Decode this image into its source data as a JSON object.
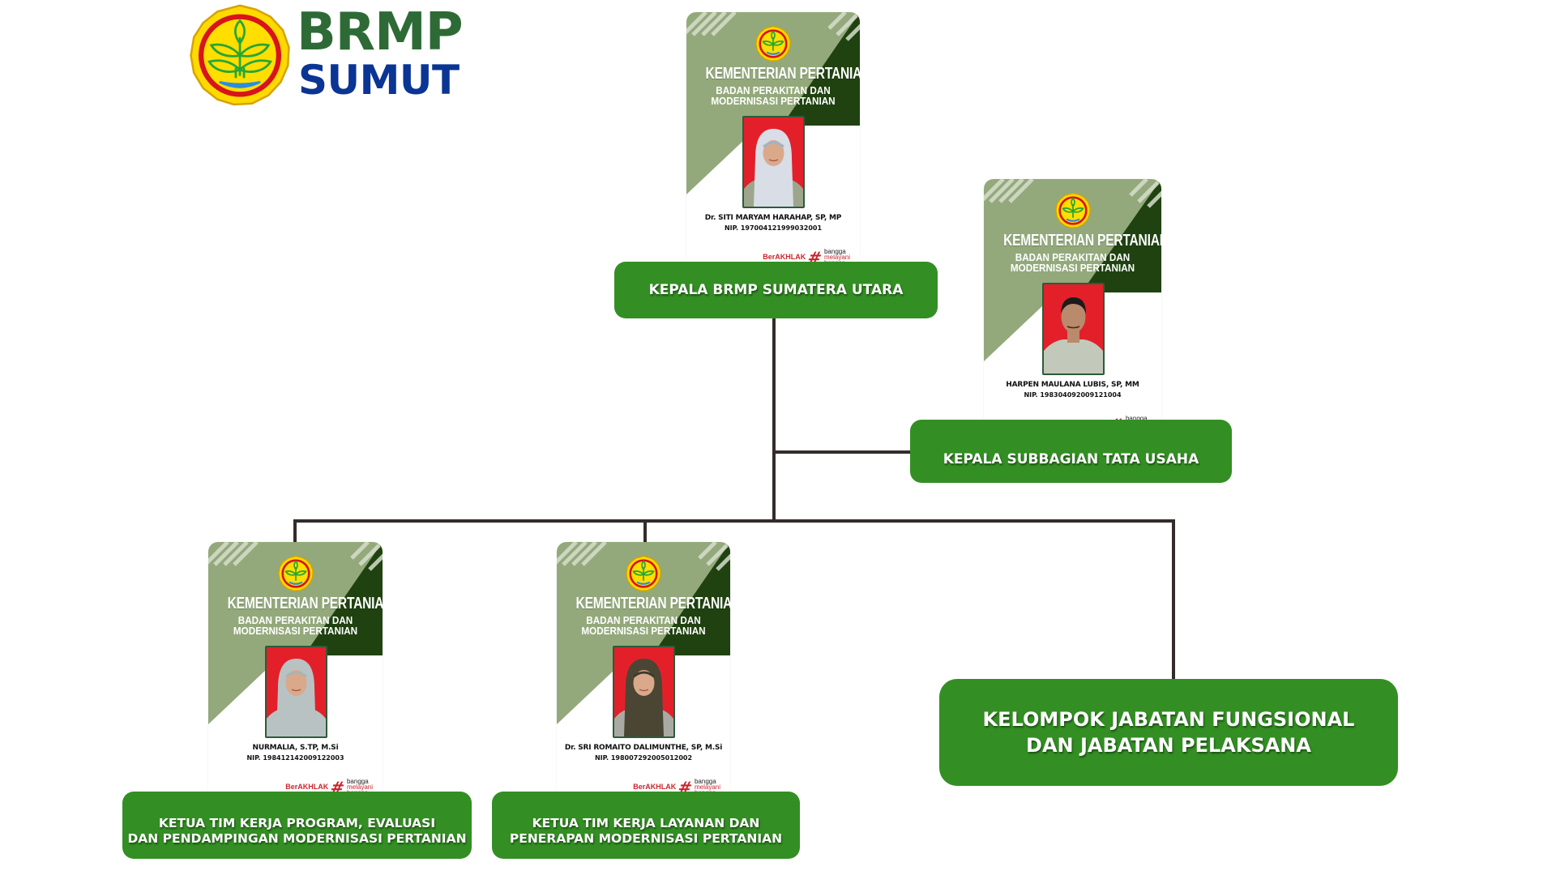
{
  "logo": {
    "brand_top": "BRMP",
    "brand_bottom": "SUMUT",
    "emblem_icon": "kementan-emblem-icon",
    "colors": {
      "brand_green": "#2e6a36",
      "brand_blue": "#0a3595",
      "emblem_yellow": "#ffd900",
      "emblem_red": "#d7141b"
    }
  },
  "card_common": {
    "ministry": "KEMENTERIAN PERTANIAN",
    "agency_line1": "BADAN PERAKITAN DAN",
    "agency_line2": "MODERNISASI PERTANIAN",
    "badge_berakhlak": "BerAKHLAK",
    "badge_hash": "#",
    "badge_line1": "bangga",
    "badge_line2": "melayani",
    "badge_line3": "bangsa"
  },
  "colors": {
    "card_light_green": "#93a97b",
    "card_dark_green": "#1f4210",
    "role_green": "#338f23",
    "connector": "#342c2b",
    "badge_red": "#c8272c"
  },
  "nodes": [
    {
      "id": "head",
      "name": "Dr. SITI MARYAM HARAHAP, SP, MP",
      "nip": "NIP. 197004121999032001",
      "role": "KEPALA BRMP SUMATERA UTARA"
    },
    {
      "id": "admin",
      "name": "HARPEN MAULANA LUBIS, SP, MM",
      "nip": "NIP. 198304092009121004",
      "role": "KEPALA SUBBAGIAN TATA USAHA"
    },
    {
      "id": "program",
      "name": "NURMALIA, S.TP, M.Si",
      "nip": "NIP. 198412142009122003",
      "role": "KETUA TIM KERJA PROGRAM, EVALUASI\nDAN PENDAMPINGAN MODERNISASI PERTANIAN"
    },
    {
      "id": "service",
      "name": "Dr. SRI ROMAITO DALIMUNTHE, SP, M.Si",
      "nip": "NIP. 198007292005012002",
      "role": "KETUA TIM KERJA LAYANAN DAN\nPENERAPAN MODERNISASI PERTANIAN"
    },
    {
      "id": "functional",
      "role": "KELOMPOK JABATAN FUNGSIONAL\nDAN JABATAN PELAKSANA"
    }
  ]
}
